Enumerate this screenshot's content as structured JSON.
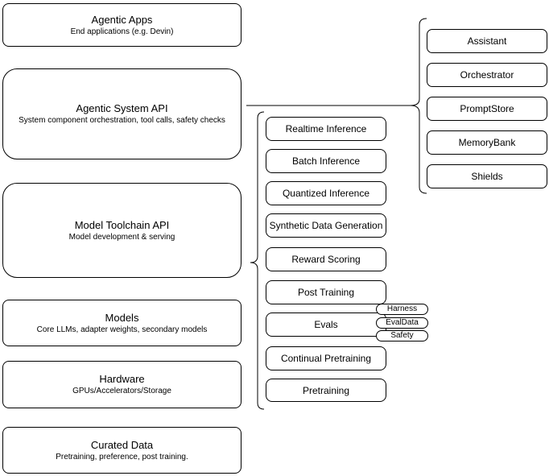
{
  "diagram": {
    "stack": [
      {
        "title": "Agentic Apps",
        "subtitle": "End applications (e.g. Devin)"
      },
      {
        "title": "Agentic System API",
        "subtitle": "System component orchestration, tool calls, safety checks"
      },
      {
        "title": "Model Toolchain API",
        "subtitle": "Model development & serving"
      },
      {
        "title": "Models",
        "subtitle": "Core LLMs, adapter weights, secondary models"
      },
      {
        "title": "Hardware",
        "subtitle": "GPUs/Accelerators/Storage"
      },
      {
        "title": "Curated Data",
        "subtitle": "Pretraining, preference, post training."
      }
    ],
    "toolchain_components": [
      "Realtime Inference",
      "Batch Inference",
      "Quantized Inference",
      "Synthetic Data Generation",
      "Reward Scoring",
      "Post Training",
      "Evals",
      "Continual Pretraining",
      "Pretraining"
    ],
    "eval_pills": [
      "Harness",
      "EvalData",
      "Safety"
    ],
    "system_components": [
      "Assistant",
      "Orchestrator",
      "PromptStore",
      "MemoryBank",
      "Shields"
    ],
    "colors": {
      "stroke": "#000000",
      "fill": "#ffffff",
      "text": "#000000"
    }
  }
}
